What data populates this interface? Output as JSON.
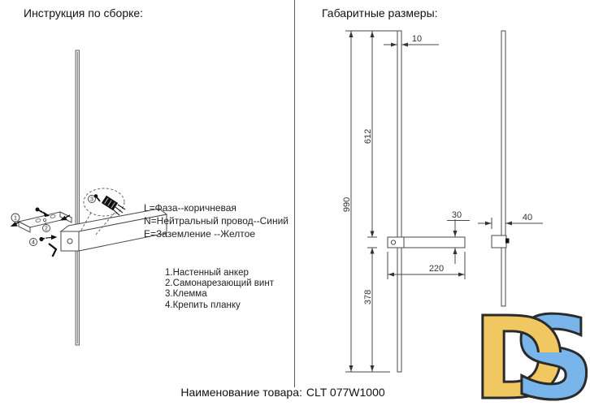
{
  "left_panel": {
    "title": "Инструкция по сборке:",
    "wiring": {
      "line1": "L=Фаза--коричневая",
      "line2": "N=Нейтральный провод--Синий",
      "line3": "E=Заземление --Желтое"
    },
    "parts": {
      "item1": "1.Настенный анкер",
      "item2": "2.Самонарезающий винт",
      "item3": "3.Клемма",
      "item4": "4.Крепить планку"
    },
    "callouts": [
      "1",
      "2",
      "3",
      "4"
    ]
  },
  "right_panel": {
    "title": "Габаритные размеры:",
    "dimensions": {
      "rod_width": "10",
      "upper_length": "612",
      "total_length": "990",
      "lower_length": "378",
      "arm_height": "30",
      "arm_length": "220",
      "depth": "40"
    }
  },
  "footer": {
    "product_label": "Наименование товара:",
    "product_code": "CLT 077W1000"
  },
  "logo": {
    "letter_d": "D",
    "letter_s": "S",
    "color_d": "#F1C761",
    "color_s": "#79B5EA",
    "outline": "#2b2b2b"
  }
}
